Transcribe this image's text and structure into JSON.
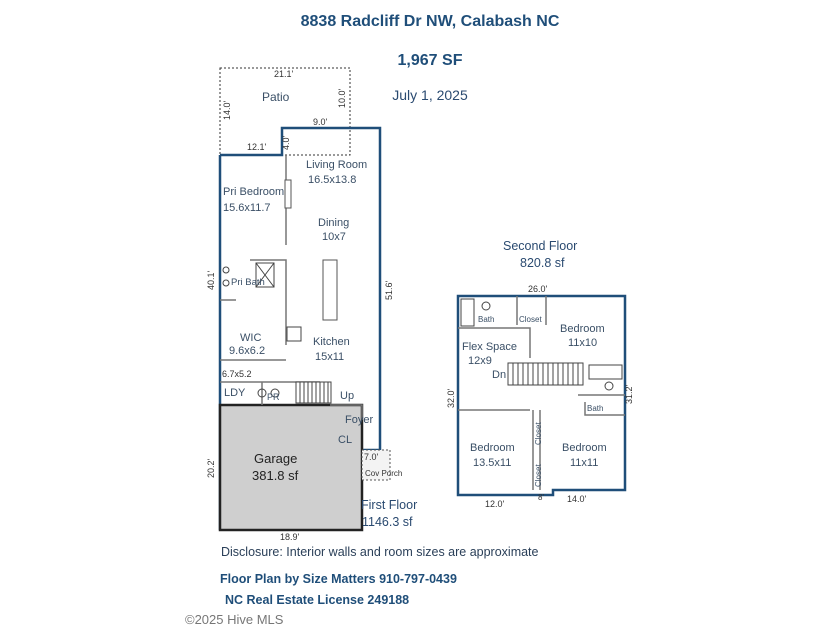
{
  "header": {
    "address": "8838 Radcliff Dr NW, Calabash NC",
    "total_sf": "1,967 SF",
    "date": "July 1, 2025"
  },
  "first_floor": {
    "title": "First Floor",
    "area": "1146.3 sf",
    "rooms": {
      "patio": "Patio",
      "living": "Living Room",
      "living_size": "16.5x13.8",
      "pri_bed": "Pri Bedroom",
      "pri_bed_size": "15.6x11.7",
      "dining": "Dining",
      "dining_size": "10x7",
      "pri_bath": "Pri Bath",
      "wic": "WIC",
      "wic_size": "9.6x6.2",
      "kitchen": "Kitchen",
      "kitchen_size": "15x11",
      "ldy_size": "6.7x5.2",
      "ldy": "LDY",
      "pr": "PR",
      "up": "Up",
      "foyer": "Foyer",
      "cl": "CL",
      "garage": "Garage",
      "garage_size": "381.8 sf",
      "cov_porch": "Cov Porch"
    },
    "dims": {
      "patio_w": "21.1'",
      "patio_h": "14.0'",
      "patio_r": "10.0'",
      "d9": "9.0'",
      "d12": "12.1'",
      "d4": "4.0'",
      "left": "40.1'",
      "right": "51.6'",
      "garage_h": "20.2'",
      "garage_w": "18.9'",
      "porch_w": "7.0'"
    }
  },
  "second_floor": {
    "title": "Second Floor",
    "area": "820.8 sf",
    "rooms": {
      "bath1": "Bath",
      "closet1": "Closet",
      "bed1": "Bedroom",
      "bed1_size": "11x10",
      "flex": "Flex Space",
      "flex_size": "12x9",
      "dn": "Dn",
      "bath2": "Bath",
      "closet2": "Closet",
      "closet3": "Closet",
      "bed2": "Bedroom",
      "bed2_size": "13.5x11",
      "bed3": "Bedroom",
      "bed3_size": "11x11"
    },
    "dims": {
      "top": "26.0'",
      "left": "32.0'",
      "right": "31.2'",
      "b1": "12.0'",
      "b2": "8'",
      "b3": "14.0'"
    }
  },
  "footer": {
    "disclosure": "Disclosure: Interior walls and room sizes are approximate",
    "credit": "Floor Plan by Size Matters 910-797-0439",
    "license": "NC Real Estate License 249188",
    "watermark": "©2025 Hive MLS"
  }
}
